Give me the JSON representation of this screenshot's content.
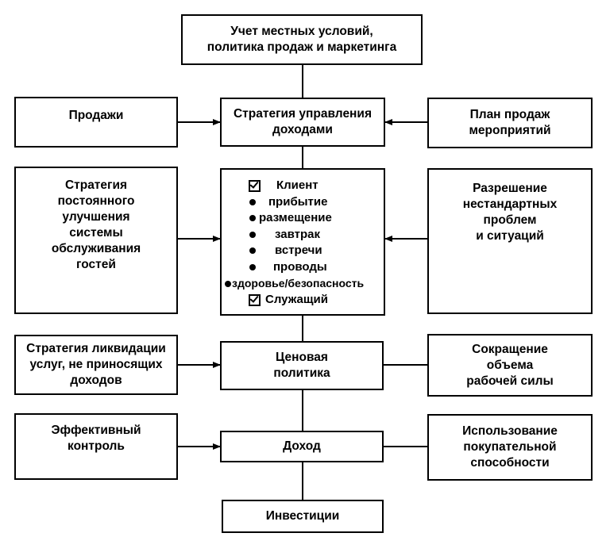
{
  "center": {
    "top": "Учет местных условий,\nполитика продаж и маркетинга",
    "strategy": "Стратегия управления\nдоходами",
    "pricing": "Ценовая\nполитика",
    "income": "Доход",
    "investments": "Инвестиции"
  },
  "client_box": {
    "client": "Клиент",
    "items": [
      "прибытие",
      "размещение",
      "завтрак",
      "встречи",
      "проводы",
      "здоровье/безопасность"
    ],
    "employee": "Служащий"
  },
  "left": {
    "sales": "Продажи",
    "improvement": "Стратегия\nпостоянного\nулучшения\nсистемы\nобслуживания\nгостей",
    "liquidation": "Стратегия ликвидации\nуслуг, не приносящих\nдоходов",
    "control": "Эффективный\nконтроль"
  },
  "right": {
    "sales_plan": "План продаж\nмероприятий",
    "resolution": "Разрешение\nнестандартных\nпроблем\nи ситуаций",
    "workforce": "Сокращение\nобъема\nрабочей силы",
    "purchasing": "Использование\nпокупательной\nспособности"
  }
}
